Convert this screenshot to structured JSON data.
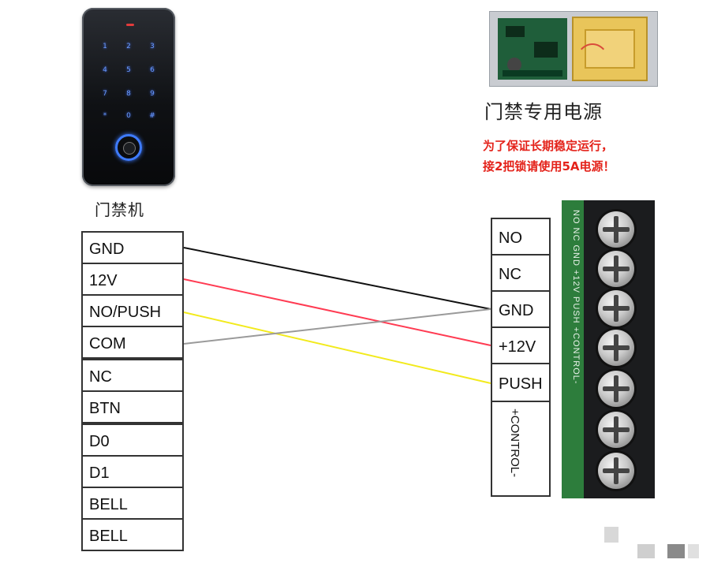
{
  "device_left": {
    "label": "门禁机",
    "keypad_digits": [
      "1",
      "2",
      "3",
      "4",
      "5",
      "6",
      "7",
      "8",
      "9",
      "*",
      "0",
      "#"
    ]
  },
  "device_right": {
    "label": "门禁专用电源",
    "note_line1": "为了保证长期稳定运行，",
    "note_line2": "接2把锁请使用5A电源！"
  },
  "left_terminals": [
    "GND",
    "12V",
    "NO/PUSH",
    "COM",
    "NC",
    "BTN",
    "D0",
    "D1",
    "BELL",
    "BELL"
  ],
  "right_terminals": [
    "NO",
    "NC",
    "GND",
    "+12V",
    "PUSH"
  ],
  "right_control_label": "+CONTROL-",
  "block_silkscreen": "NO NC GND +12V PUSH +CONTROL-",
  "connections": [
    {
      "from": "GND",
      "to": "GND",
      "color": "#111111"
    },
    {
      "from": "12V",
      "to": "+12V",
      "color": "#ff3b52"
    },
    {
      "from": "NO/PUSH",
      "to": "PUSH",
      "color": "#f2ea1c"
    },
    {
      "from": "COM",
      "to": "GND",
      "color": "#9a9a9a"
    }
  ]
}
